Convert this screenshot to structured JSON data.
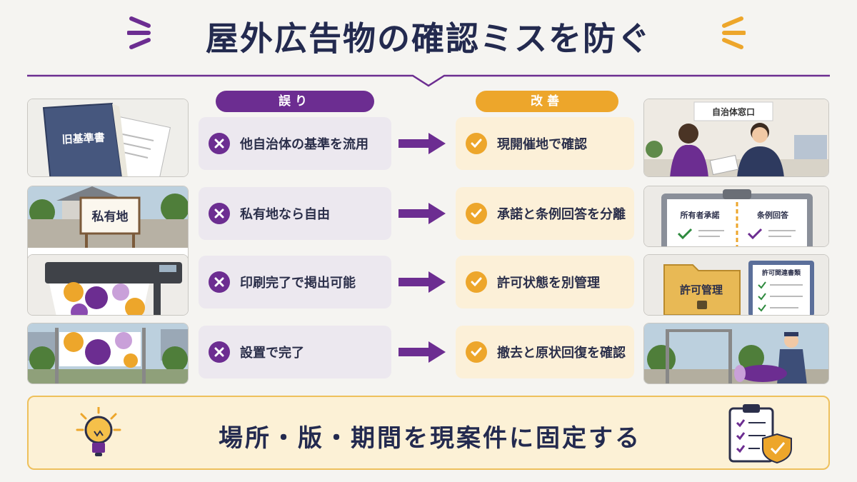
{
  "title": "屋外広告物の確認ミスを防ぐ",
  "columns": {
    "wrong_label": "誤り",
    "fix_label": "改善"
  },
  "rows": [
    {
      "wrong": "他自治体の基準を流用",
      "fix": "現開催地で確認",
      "left_image_label": "旧基準書",
      "right_image_label": "自治体窓口"
    },
    {
      "wrong": "私有地なら自由",
      "fix": "承諾と条例回答を分離",
      "left_image_label": "私有地",
      "right_image_labels": [
        "所有者承諾",
        "条例回答"
      ]
    },
    {
      "wrong": "印刷完了で掲出可能",
      "fix": "許可状態を別管理",
      "right_image_labels": [
        "許可管理",
        "許可関連書類"
      ]
    },
    {
      "wrong": "設置で完了",
      "fix": "撤去と原状回復を確認"
    }
  ],
  "conclusion": "場所・版・期間を現案件に固定する",
  "colors": {
    "purple": "#6c2d91",
    "orange": "#eda62b",
    "navy": "#232a4f"
  },
  "icons": [
    "x-icon",
    "check-icon",
    "arrow-right-icon",
    "lightbulb-icon",
    "clipboard-shield-icon"
  ]
}
